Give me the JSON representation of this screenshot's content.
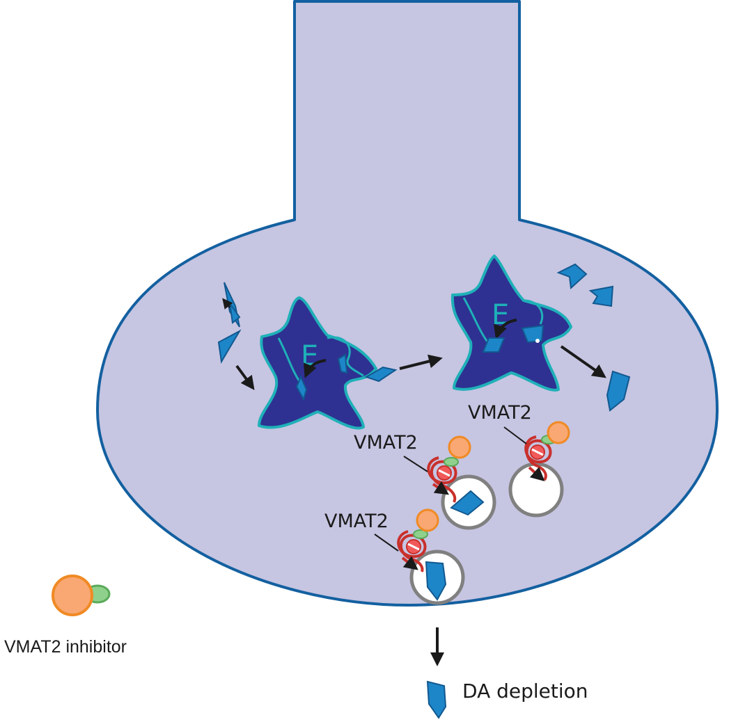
{
  "labels": {
    "enzyme_letter": "E",
    "vmat2": "VMAT2",
    "legend_inhibitor": "VMAT2 inhibitor",
    "da_depletion": "DA depletion"
  },
  "colors": {
    "neuron_fill": "#c6c5e2",
    "neuron_stroke": "#1360a0",
    "enzyme_fill": "#2e3192",
    "enzyme_stroke": "#1fb0b8",
    "dopamine_fill": "#1d86c8",
    "dopamine_stroke": "#12588f",
    "inhibitor_fill": "#f9a873",
    "inhibitor_stroke": "#f08a24",
    "inhibitor_tail": "#8fd18c",
    "vmat_coil": "#c9302c",
    "vesicle_stroke": "#808080",
    "arrow": "#1a1a1a"
  }
}
